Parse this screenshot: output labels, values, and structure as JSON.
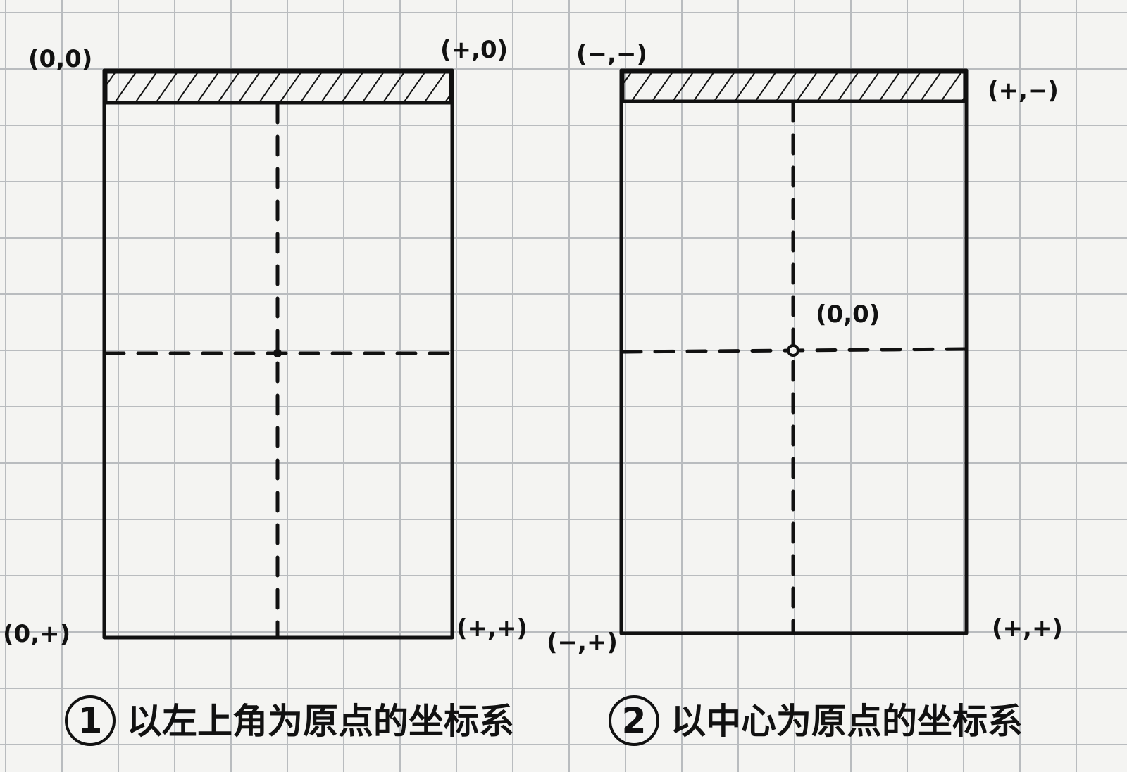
{
  "diagram_1": {
    "labels": {
      "top_left": "(0,0)",
      "top_right": "(+,0)",
      "bottom_left": "(0,+)",
      "bottom_right": "(+,+)"
    },
    "caption_number": "1",
    "caption": "以左上角为原点的坐标系"
  },
  "diagram_2": {
    "labels": {
      "top_left": "(−,−)",
      "top_right": "(+,−)",
      "center": "(0,0)",
      "bottom_left": "(−,+)",
      "bottom_right": "(+,+)"
    },
    "caption_number": "2",
    "caption": "以中心为原点的坐标系"
  },
  "colors": {
    "ink": "#111111",
    "paper": "#f4f4f2",
    "grid": "#b9bcbf"
  }
}
